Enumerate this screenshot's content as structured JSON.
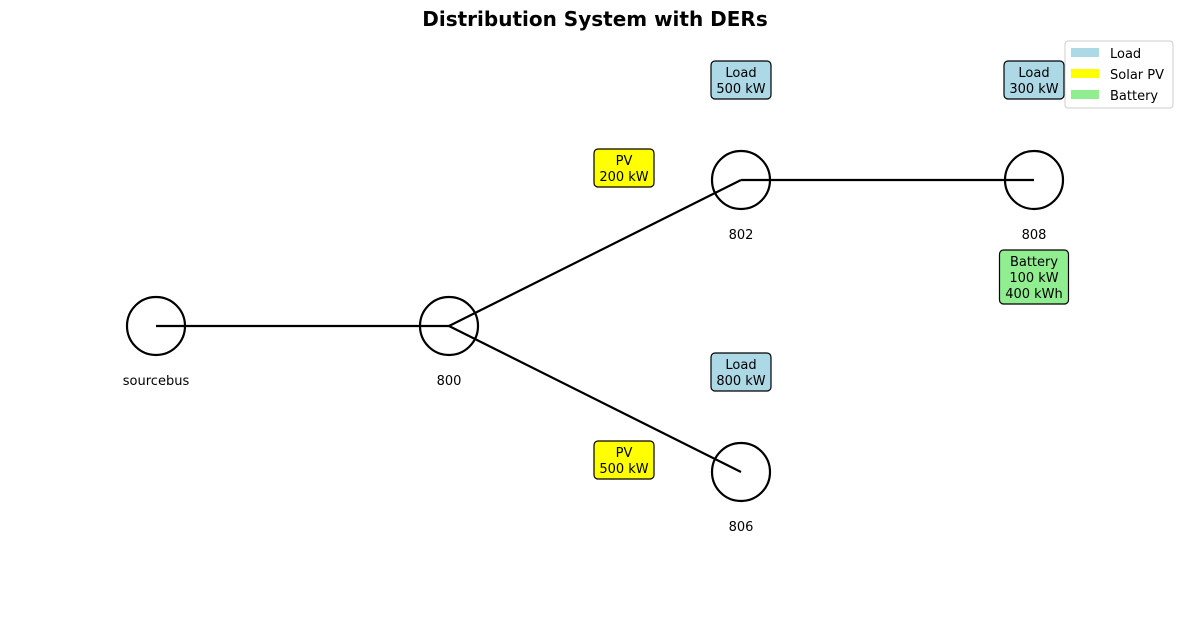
{
  "title": "Distribution System with DERs",
  "colors": {
    "load": "#add8e6",
    "pv": "#ffff00",
    "battery": "#90ee90",
    "line": "#000000"
  },
  "nodes": [
    {
      "id": "sourcebus",
      "label": "sourcebus"
    },
    {
      "id": "800",
      "label": "800"
    },
    {
      "id": "802",
      "label": "802"
    },
    {
      "id": "806",
      "label": "806"
    },
    {
      "id": "808",
      "label": "808"
    }
  ],
  "edges": [
    [
      "sourcebus",
      "800"
    ],
    [
      "800",
      "802"
    ],
    [
      "800",
      "806"
    ],
    [
      "802",
      "808"
    ]
  ],
  "annotations": [
    {
      "node": "802",
      "type": "load",
      "lines": [
        "Load",
        "500 kW"
      ]
    },
    {
      "node": "808",
      "type": "load",
      "lines": [
        "Load",
        "300 kW"
      ]
    },
    {
      "node": "806",
      "type": "load",
      "lines": [
        "Load",
        "800 kW"
      ]
    },
    {
      "node": "802",
      "type": "pv",
      "lines": [
        "PV",
        "200 kW"
      ]
    },
    {
      "node": "806",
      "type": "pv",
      "lines": [
        "PV",
        "500 kW"
      ]
    },
    {
      "node": "808",
      "type": "battery",
      "lines": [
        "Battery",
        "100 kW",
        "400 kWh"
      ]
    }
  ],
  "legend": [
    {
      "type": "load",
      "label": "Load"
    },
    {
      "type": "pv",
      "label": "Solar PV"
    },
    {
      "type": "battery",
      "label": "Battery"
    }
  ]
}
